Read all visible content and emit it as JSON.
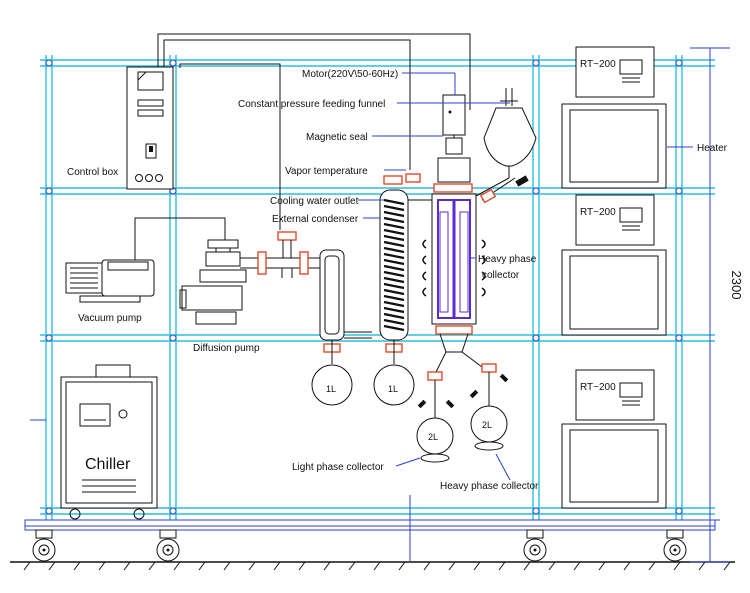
{
  "labels": {
    "control_box": "Control box",
    "motor": "Motor(220V\\50-60Hz)",
    "feeding_funnel": "Constant pressure feeding funnel",
    "magnetic_seal": "Magnetic seal",
    "vapor_temperature": "Vapor temperature",
    "cooling_water_outlet": "Cooling water outlet",
    "external_condenser": "External condenser",
    "vacuum_pump": "Vacuum pump",
    "diffusion_pump": "Diffusion pump",
    "heavy_phase_collector_side": "Heavy phase\ncollector",
    "light_phase_collector": "Light phase collector",
    "heavy_phase_collector": "Heavy phase collector",
    "heater": "Heater",
    "chiller": "Chiller",
    "height_dimension": "2300"
  },
  "flasks": {
    "flask_1": "1L",
    "flask_2": "1L",
    "flask_3": "2L",
    "flask_4": "2L"
  },
  "heaters": {
    "unit_1": "RT~200",
    "unit_2": "RT~200",
    "unit_3": "RT~200"
  },
  "colors": {
    "frame": "#29c1dc",
    "dimension": "#2b3fd6",
    "flange": "#e0492a",
    "column": "#5a2bd0"
  }
}
